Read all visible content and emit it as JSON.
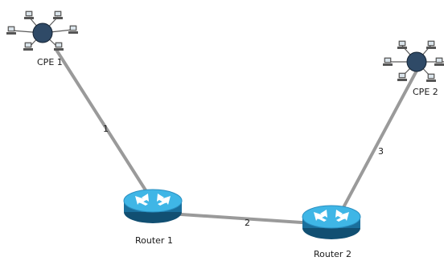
{
  "nodes": {
    "cpe1": {
      "label": "CPE 1",
      "icon": "cpe-hub-icon"
    },
    "cpe2": {
      "label": "CPE 2",
      "icon": "cpe-hub-icon"
    },
    "router1": {
      "label": "Router 1",
      "icon": "router-icon"
    },
    "router2": {
      "label": "Router 2",
      "icon": "router-icon"
    }
  },
  "links": [
    {
      "label": "1",
      "from": "cpe1",
      "to": "router1"
    },
    {
      "label": "2",
      "from": "router1",
      "to": "router2"
    },
    {
      "label": "3",
      "from": "router2",
      "to": "cpe2"
    }
  ],
  "colors": {
    "link": "#9a9a9a",
    "router_top": "#3fb6e6",
    "router_side": "#1a6f9c",
    "hub": "#2f4a67",
    "arrow": "#ffffff"
  }
}
